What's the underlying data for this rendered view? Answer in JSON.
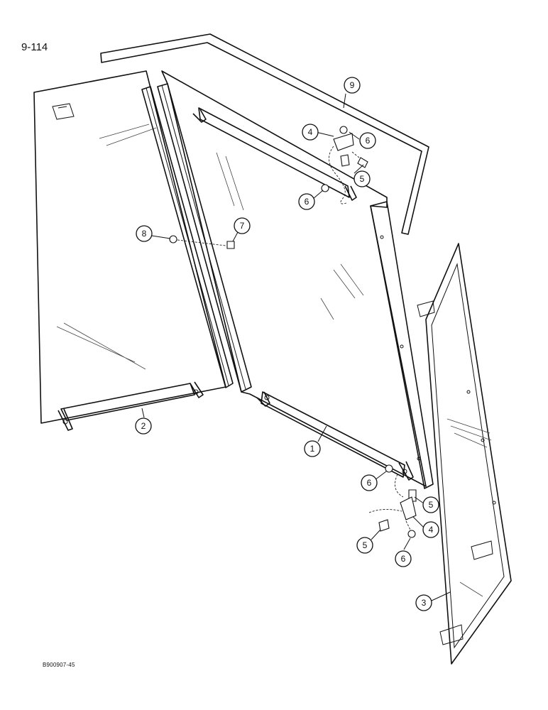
{
  "page": {
    "page_number": "9-114",
    "drawing_code": "B900907-45"
  },
  "callouts": {
    "c1": "1",
    "c2": "2",
    "c3": "3",
    "c4a": "4",
    "c4b": "4",
    "c5a": "5",
    "c5b": "5",
    "c5c": "5",
    "c6a": "6",
    "c6b": "6",
    "c6c": "6",
    "c6d": "6",
    "c7": "7",
    "c8": "8",
    "c9": "9"
  },
  "parts": [
    "glass-panel-left",
    "glass-panel-center",
    "glass-panel-right",
    "mounting-bracket-bottom",
    "mounting-bracket-left",
    "seal-strip-top",
    "seal-channel",
    "angle-bracket",
    "bolt",
    "nut"
  ]
}
